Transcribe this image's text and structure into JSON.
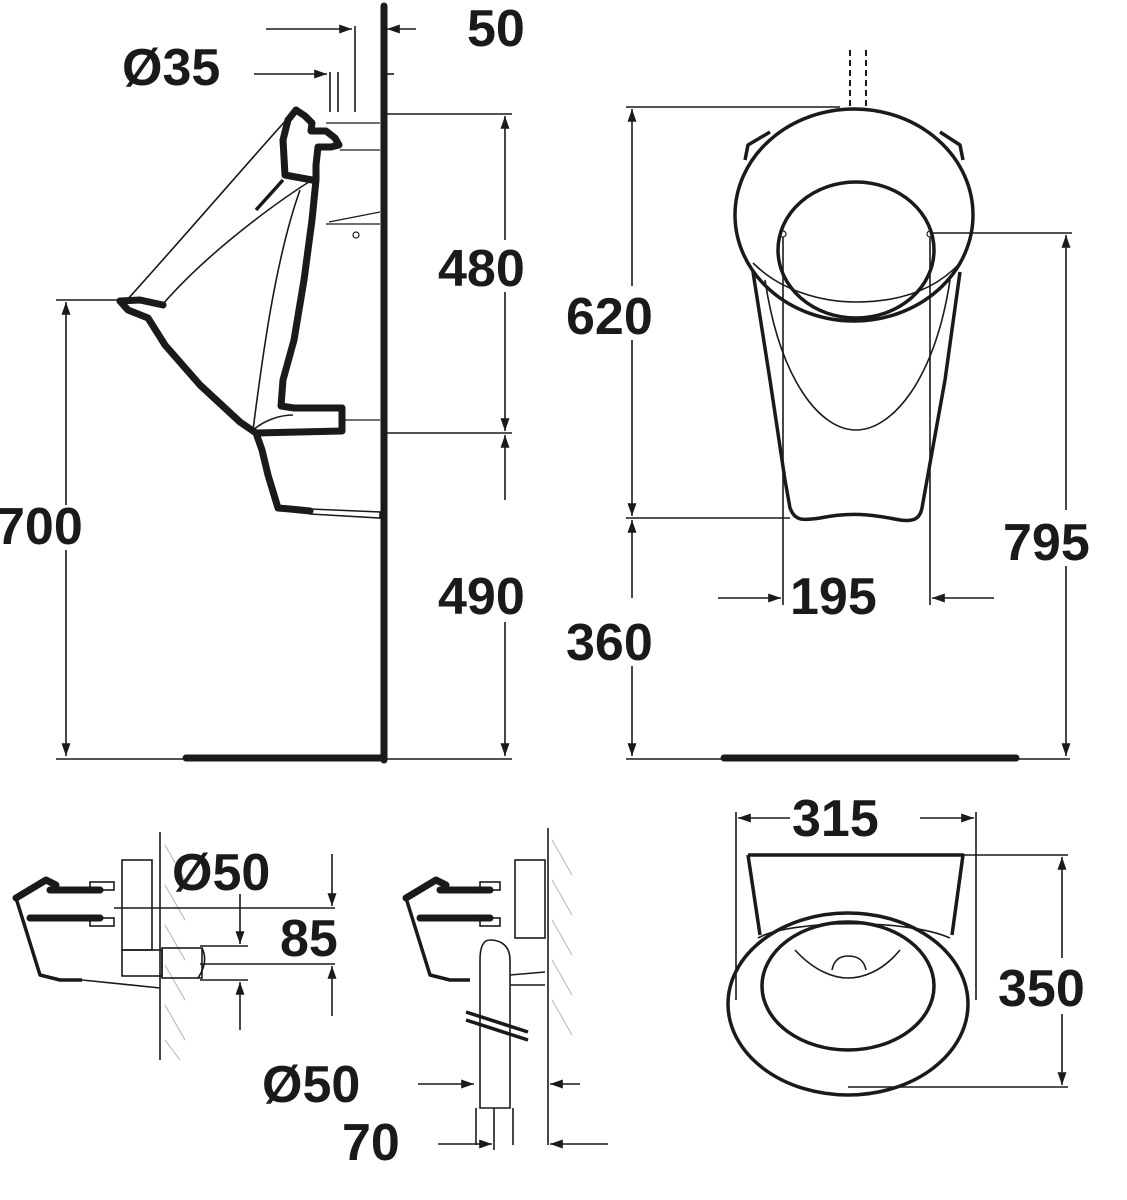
{
  "drawing": {
    "title": "Wall-hung urinal dimensional drawing",
    "units": "mm",
    "colors": {
      "line": "#1a1a1a",
      "background": "#ffffff",
      "hatch": "#b5b5b5"
    }
  },
  "side_view": {
    "dim_outlet_offset": "50",
    "dim_inlet_diameter": "Ø35",
    "dim_rim_height": "700",
    "dim_inlet_to_outlet": "480",
    "dim_outlet_height": "490"
  },
  "front_view": {
    "dim_top_to_bottom": "620",
    "dim_fixing_height": "795",
    "dim_fixing_spacing": "195",
    "dim_bottom_height": "360"
  },
  "top_view": {
    "dim_width": "315",
    "dim_depth": "350"
  },
  "waste_details": {
    "horizontal_outlet_diameter": "Ø50",
    "horizontal_outlet_offset": "85",
    "vertical_outlet_diameter": "Ø50",
    "vertical_outlet_wall_distance": "70"
  }
}
